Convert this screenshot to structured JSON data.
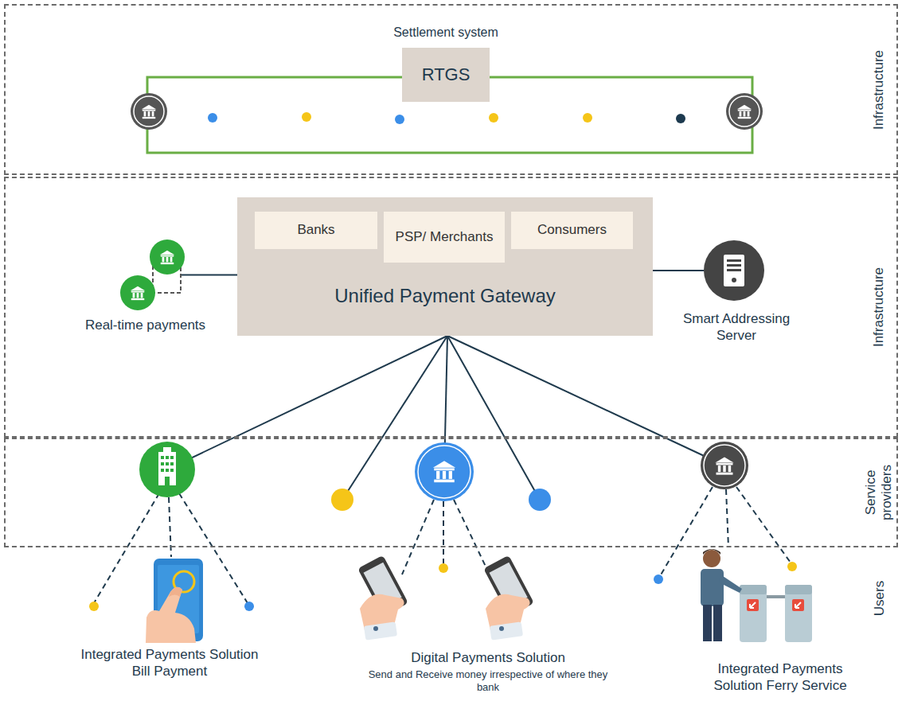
{
  "diagram": {
    "nodes": [
      {
        "text": [
          "Infrastructure"
        ]
      },
      {
        "text": [
          "Settlement system",
          "RTGS"
        ],
        "in": 0
      },
      {
        "text": [
          "Infrastructure"
        ]
      },
      {
        "text": [
          "Unified Payment Gateway"
        ],
        "in": 2
      },
      {
        "text": [
          "Banks"
        ],
        "in": 3
      },
      {
        "text": [
          "PSP/ Merchants"
        ],
        "in": 3
      },
      {
        "text": [
          "Consumers"
        ],
        "in": 3
      },
      {
        "text": [
          "Real-time payments"
        ],
        "in": 2
      },
      {
        "text": [
          "Smart Addressing Server"
        ],
        "in": 2
      },
      {
        "text": [
          "Service providers"
        ]
      }
    ],
    "edges": [
      {
        "from": 7,
        "to": 3,
        "arrow": "none"
      },
      {
        "from": 3,
        "to": 8,
        "arrow": "none"
      }
    ],
    "labels": [
      "Users",
      "Integrated Payments Solution Bill Payment",
      "Digital Payments Solution",
      "Send and Receive money irrespective of where they bank",
      "Integrated Payments Solution Ferry Service"
    ]
  }
}
